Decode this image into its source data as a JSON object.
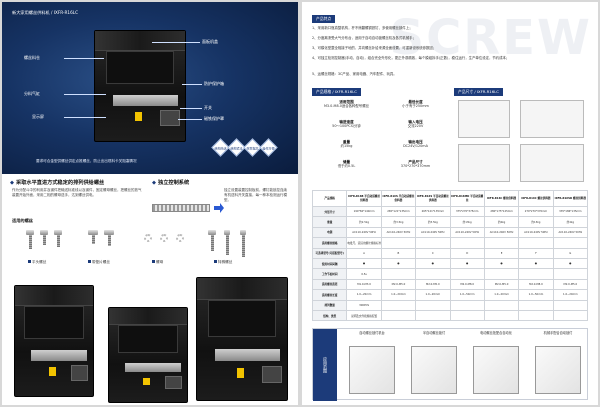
{
  "left": {
    "hero_title": "新大家用螺丝供料机 / IXFR-R16LC",
    "callouts": [
      "面板机盖",
      "螺丝料仓",
      "分料气缸",
      "显示屏",
      "防护保护箱",
      "开关",
      "磁铁保护罩"
    ],
    "hero_note": "要求可合金型供螺丝供定点推螺丝，防止出出现料卡关阻塞情况",
    "badges": [
      "结构简洁",
      "结构紧凑",
      "效率提高",
      "操作方便"
    ],
    "sec1_title": "采取水平直进方式稳定的排列供给螺丝",
    "sec1_text": "作为分配斗中的利用并及钢件把输送标准线以及钢件，固定螺母螺丝，把螺丝的放气装置开始外面，采用二相的螺母送手，达到螺丝供电。",
    "sec2_title": "独立控制系统",
    "sec2_text": "独立设置装置控制板前，螺钉能锁控连续有机送料开关直接，每一种本检测运行模型。",
    "screws_title": "适用的螺丝",
    "screw_labels": [
      "平头螺丝",
      "带垫片螺丝",
      "螺母",
      "特殊螺丝"
    ]
  },
  "right": {
    "watermark": "SCREW",
    "features_tag": "产品特点",
    "features": [
      "1、采用新口瓶真整机构，杆不熊翻螺铜铁钉、多使用螺丝部件上；",
      "2、分度离溃受大气分布台，适用于自动自动锁螺丝机及各式机械手；",
      "3、可模化型整全相接子地的，并向螺丝补给来源全面设置，可重新设系统参数因；",
      "4、可独立检测控制器(手动、自动)，组合完全外形化，更正外观精致，每个模组拆手(正数)，稳住运行，生产单位设定，节约成本；",
      "5、运螺丝规格：3C产品、家用电器、汽车配件、玩具。"
    ],
    "specs_tag": "产品规格 / IXFR-R16LC",
    "specs": [
      {
        "label": "适用范围",
        "value": "M3.0-M8.0适合各种型号螺丝"
      },
      {
        "label": "最低长度",
        "value": "小于有于250mm"
      },
      {
        "label": "输送速度",
        "value": "50～100PCS/分钟"
      },
      {
        "label": "输入电压",
        "value": "交流220V"
      },
      {
        "label": "重量",
        "value": "约15kg"
      },
      {
        "label": "输出电压",
        "value": "DC24V/120mA"
      },
      {
        "label": "储量",
        "value": "低于约0.5L"
      },
      {
        "label": "产品尺寸",
        "value": "370*270*370mm"
      }
    ],
    "dims_tag": "产品尺寸 / IXFR-R16LC",
    "table": {
      "headers": [
        "产品规格",
        "IXFR-R16B 半自动适螺丝供料器",
        "IXFR-R16S 半自动适螺丝供料器",
        "IXFR-R16S 半自动适螺丝供料器",
        "IXFR-R16MD 半自动适螺丝",
        "IXFR-R16C 螺丝供料器",
        "IXFR-R16C 螺丝供料器",
        "IXFR-R16SD 螺丝供料器"
      ],
      "rows": [
        [
          "外形尺寸",
          "190*84*140mm",
          "265*121*135mm",
          "265*121*135mm",
          "375*270*375mm",
          "280*175*125mm",
          "270*270*370mm",
          "335*186*135mm"
        ],
        [
          "重量",
          "约2.5kg",
          "约3.5kg",
          "约3.5kg",
          "约13kg",
          "约4kg",
          "约13kg",
          "约4kg"
        ],
        [
          "电源",
          "AC110-240V 50Hz",
          "AC110-240V 50Hz",
          "AC110-240V 50Hz",
          "AC110-240V 50Hz",
          "AC110-240V 50Hz",
          "AC110-240V 50Hz",
          "AC110-240V 50Hz"
        ],
        [
          "适用螺丝规格",
          "电批尺，适适用螺丝规格标准",
          "",
          "",
          "",
          "",
          "",
          ""
        ],
        [
          "可选择型号(可搭配型号)",
          "A",
          "B",
          "C",
          "D",
          "E",
          "F",
          "G"
        ],
        [
          "使用时间间隔",
          "●",
          "●",
          "●",
          "●",
          "●",
          "●",
          "●"
        ],
        [
          "工作节拍时间",
          "0.5s",
          "",
          "",
          "",
          "",
          "",
          ""
        ],
        [
          "适用螺丝直径",
          "M1.0-M3.0",
          "M2.0-M5.0",
          "M2.0-M5.0",
          "M2.0-M8.0",
          "M2.0-M5.0",
          "M2.0-M8.0",
          "M2.0-M5.0"
        ],
        [
          "适用螺丝长度",
          "1.0~20mm",
          "1.0~20mm",
          "1.0~20mm",
          "1.0~50mm",
          "1.0~20mm",
          "1.0~50mm",
          "1.0~20mm"
        ],
        [
          "排列数量",
          "300PCS",
          "",
          "",
          "",
          "",
          "",
          ""
        ],
        [
          "结构、类型",
          "说明及文件按规格配置",
          "",
          "",
          "",
          "",
          "",
          ""
        ]
      ]
    },
    "apps_side": "应用范围",
    "apps": [
      "自动螺丝锁付机台",
      "半自动螺丝锁付",
      "电动螺丝批配合自动化",
      "机械手配合自动锁付"
    ]
  }
}
